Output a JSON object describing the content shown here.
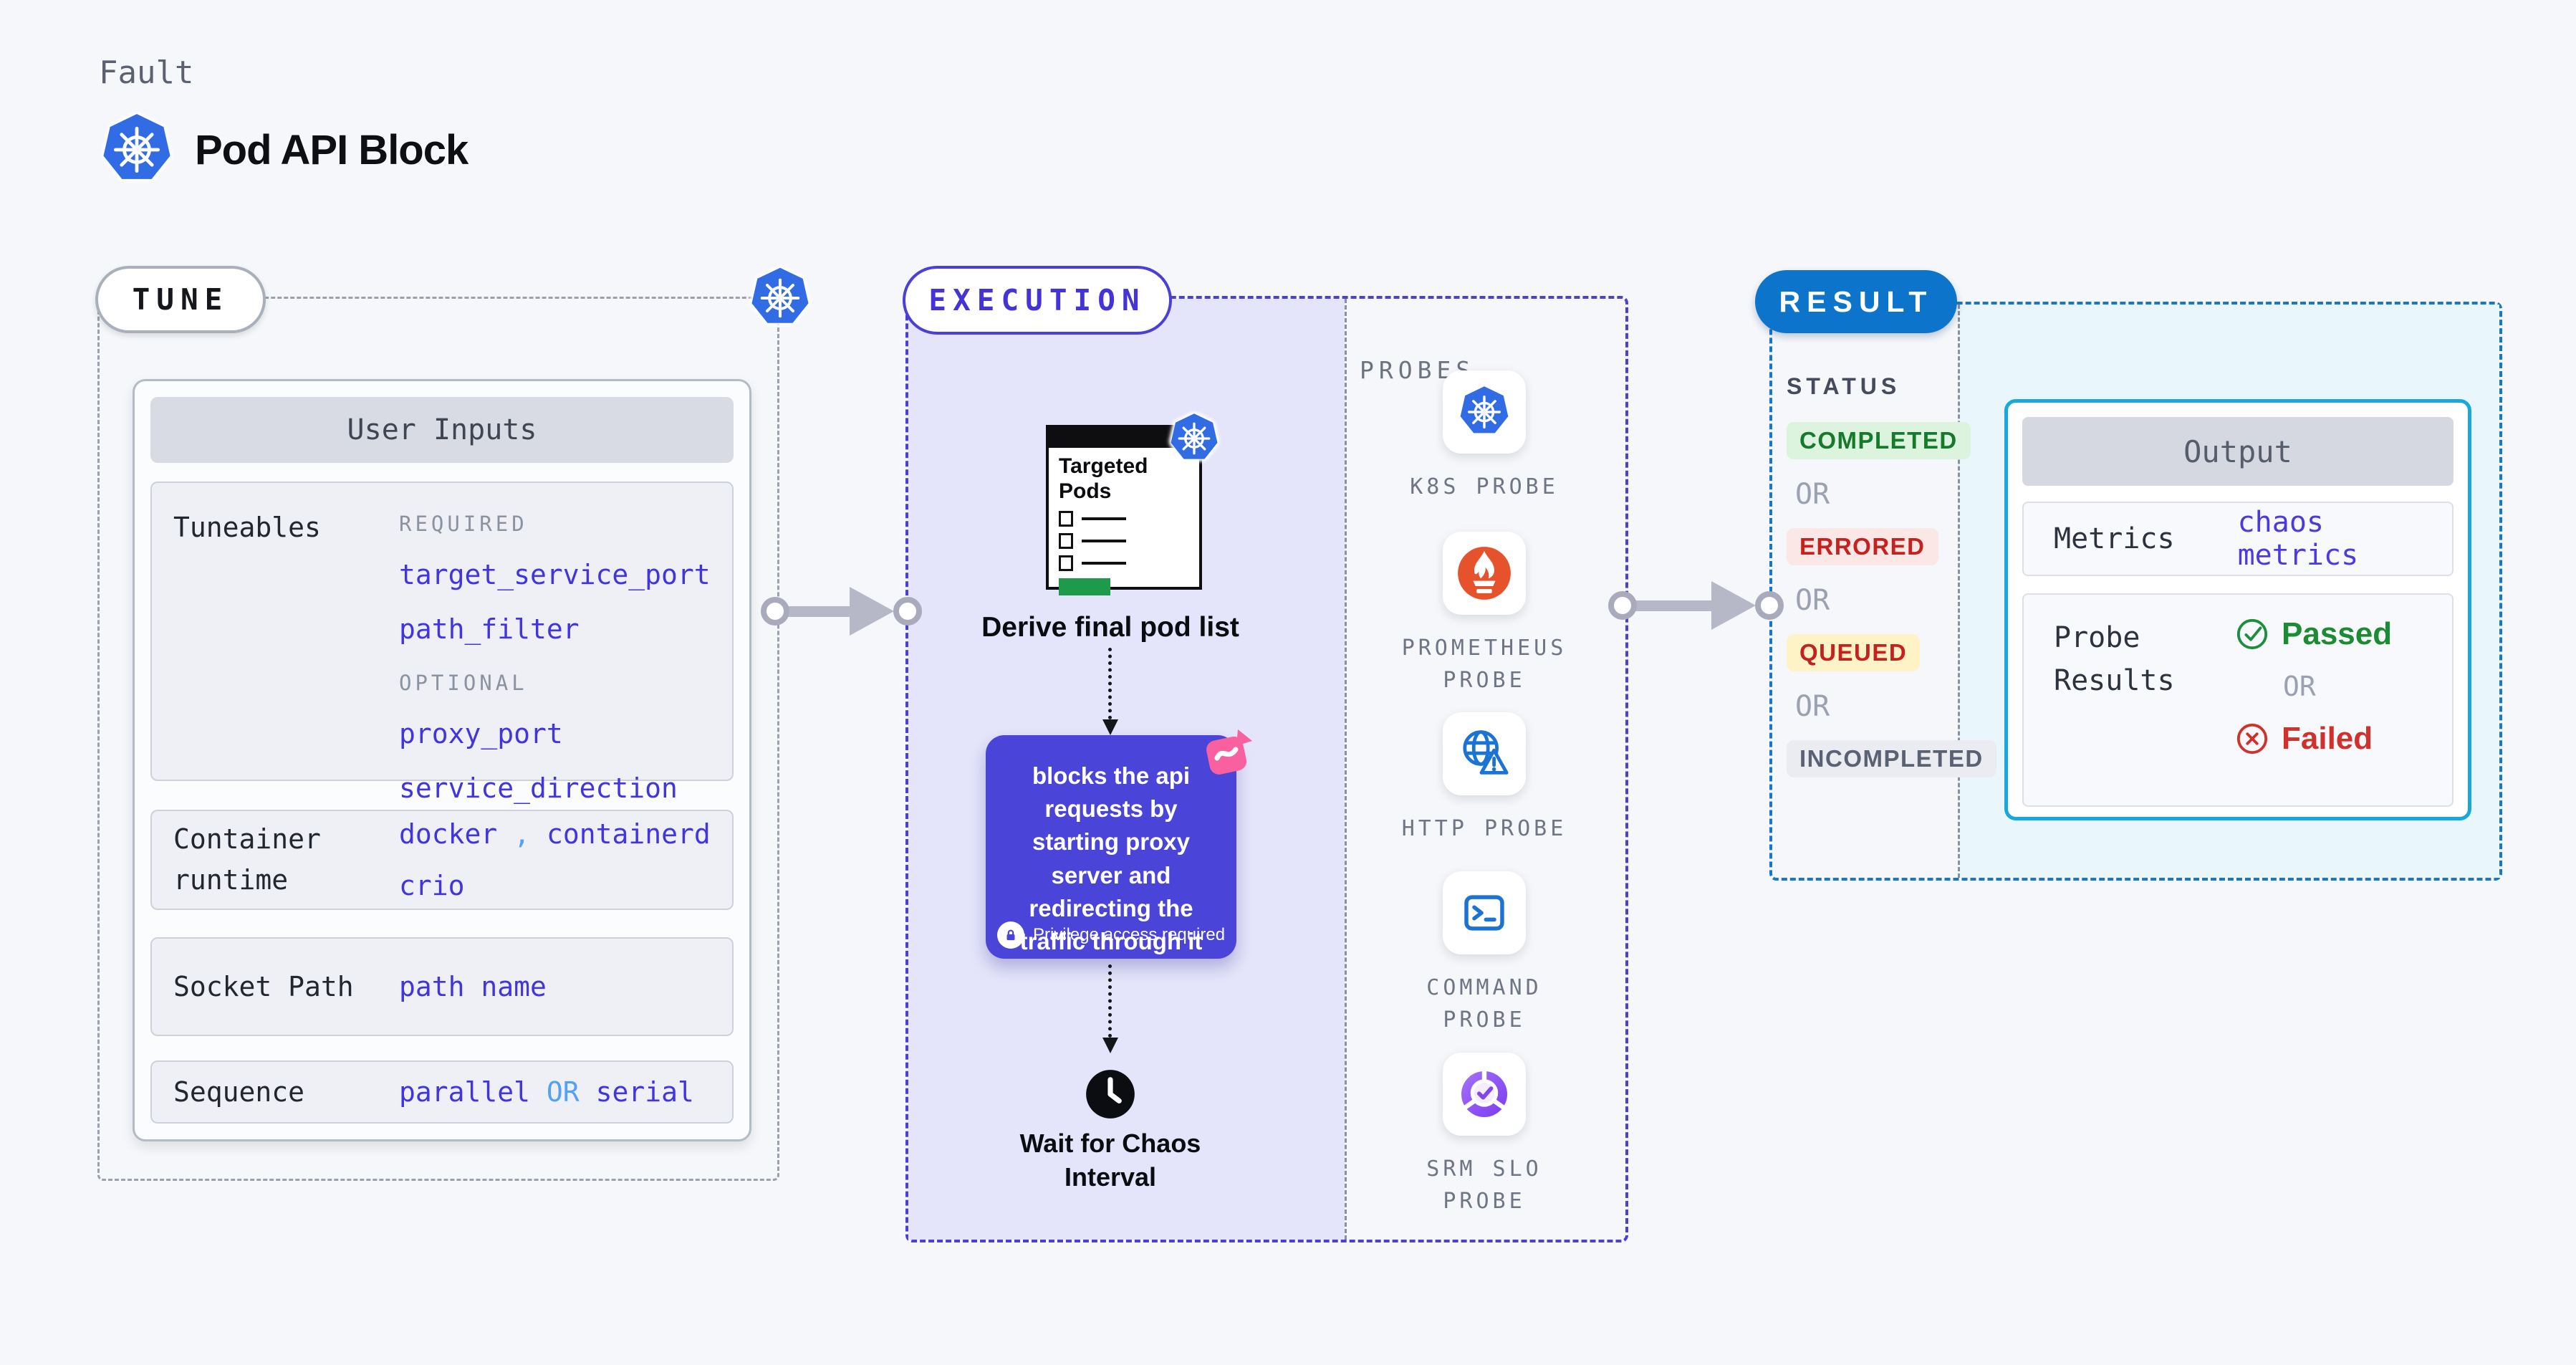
{
  "header": {
    "eyebrow": "Fault",
    "title": "Pod API Block",
    "logo_icon": "kubernetes-icon"
  },
  "tune": {
    "label": "TUNE",
    "corner_icon": "kubernetes-icon",
    "user_inputs": {
      "title": "User Inputs",
      "tuneables": {
        "label": "Tuneables",
        "required_label": "REQUIRED",
        "required": [
          "target_service_port",
          "path_filter"
        ],
        "optional_label": "OPTIONAL",
        "optional": [
          "proxy_port",
          "service_direction"
        ]
      },
      "container_runtime": {
        "label": "Container runtime",
        "value_1": "docker",
        "separator": ",",
        "value_2": "containerd",
        "value_3": "crio"
      },
      "socket_path": {
        "label": "Socket Path",
        "value": "path name"
      },
      "sequence": {
        "label": "Sequence",
        "value_1": "parallel",
        "or": "OR",
        "value_2": "serial"
      }
    }
  },
  "execution": {
    "label": "EXECUTION",
    "targeted_pods": {
      "title": "Targeted Pods",
      "badge_icon": "kubernetes-icon"
    },
    "derive_label": "Derive final pod list",
    "action_box": {
      "text": "blocks the api requests by starting proxy server and redirecting the traffic through it",
      "privilege_note": "Privilege access required",
      "lock_icon": "lock-icon",
      "corner_icon": "chaos-pink-icon"
    },
    "clock_icon": "clock-icon",
    "wait_label": "Wait for Chaos Interval"
  },
  "probes": {
    "label": "PROBES",
    "items": [
      {
        "label": "K8S PROBE",
        "icon": "kubernetes-icon"
      },
      {
        "label": "PROMETHEUS PROBE",
        "icon": "prometheus-icon"
      },
      {
        "label": "HTTP PROBE",
        "icon": "globe-warning-icon"
      },
      {
        "label": "COMMAND PROBE",
        "icon": "terminal-icon"
      },
      {
        "label": "SRM SLO PROBE",
        "icon": "slo-donut-check-icon"
      }
    ]
  },
  "result": {
    "label": "RESULT",
    "status": {
      "label": "STATUS",
      "or": "OR",
      "badges": [
        {
          "text": "COMPLETED",
          "type": "success"
        },
        {
          "text": "ERRORED",
          "type": "error"
        },
        {
          "text": "QUEUED",
          "type": "warning"
        },
        {
          "text": "INCOMPLETED",
          "type": "neutral"
        }
      ]
    },
    "output": {
      "title": "Output",
      "metrics": {
        "label": "Metrics",
        "value": "chaos metrics"
      },
      "probe_results": {
        "label": "Probe Results",
        "passed": "Passed",
        "or": "OR",
        "failed": "Failed",
        "passed_icon": "check-circle-icon",
        "failed_icon": "x-circle-icon"
      }
    }
  },
  "colors": {
    "page_bg": "#f5f7fa",
    "indigo_accent": "#4a3fd9",
    "lavender_bg": "#e4e4fa",
    "result_border_blue": "#1877cd",
    "result_pill_blue": "#0c74cb",
    "output_border_cyan": "#18a8dc",
    "output_bg_cyan": "#e9f7fd",
    "code_text_indigo": "#4035de",
    "code_accent_blue": "#52a1f5",
    "kubernetes_blue": "#326ce5",
    "prometheus_orange": "#e6522c",
    "action_box_purple": "#4a44d9",
    "chaos_pink": "#f8609f",
    "success_green": "#1e8e3e",
    "error_red": "#c5221f",
    "queued_bg": "#fdf3c6",
    "neutral_badge_bg": "#ebecf2",
    "targeted_green": "#1d9b4b"
  }
}
